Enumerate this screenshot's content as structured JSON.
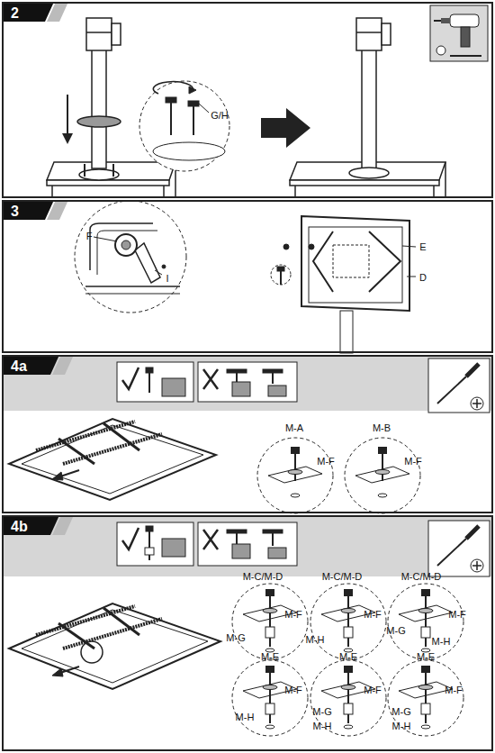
{
  "diagram": {
    "nodes": [
      {
        "text": [
          "2"
        ]
      },
      {
        "text": [
          "3"
        ]
      },
      {
        "text": [
          "4a"
        ]
      },
      {
        "text": [
          "4b"
        ]
      }
    ],
    "labels": [
      "G/H",
      "F",
      "I",
      "E",
      "D",
      "M-A",
      "M-F",
      "M-B",
      "M-F",
      "M-C/M-D",
      "M-F",
      "M-G",
      "M-C/M-D",
      "M-F",
      "M-H",
      "M-C/M-D",
      "M-F",
      "M-G",
      "M-H",
      "M-E",
      "M-F",
      "M-H",
      "M-E",
      "M-F",
      "M-G",
      "M-H",
      "M-E",
      "M-F",
      "M-G",
      "M-H"
    ]
  }
}
